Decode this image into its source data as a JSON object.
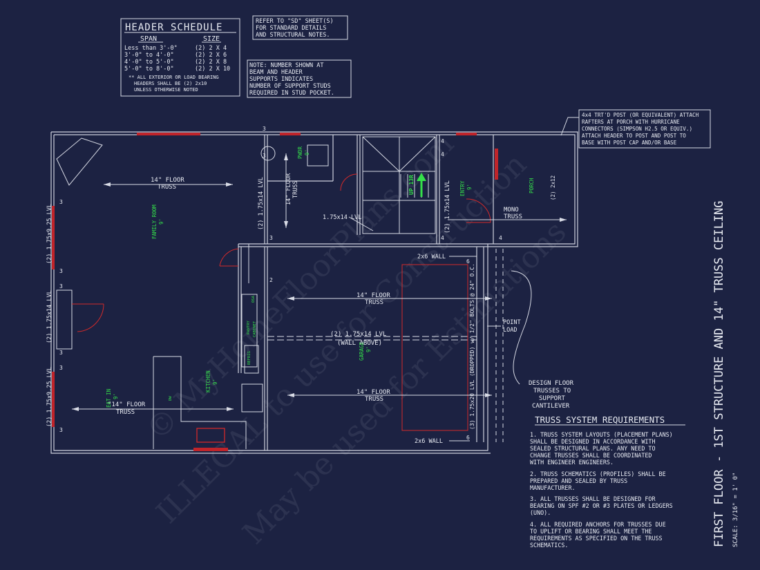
{
  "header_schedule": {
    "title": "HEADER SCHEDULE",
    "col_span": "SPAN",
    "col_size": "SIZE",
    "rows": [
      {
        "span": "Less than 3'-0\"",
        "size": "(2) 2 X 4"
      },
      {
        "span": "3'-0\" to 4'-0\"",
        "size": "(2) 2 X 6"
      },
      {
        "span": "4'-0\" to 5'-0\"",
        "size": "(2) 2 X 8"
      },
      {
        "span": "5'-0\" to 8'-0\"",
        "size": "(2) 2 X 10"
      }
    ],
    "note": [
      "** ALL EXTERIOR OR LOAD BEARING",
      "HEADERS SHALL BE (2) 2x10",
      "UNLESS OTHERWISE NOTED"
    ]
  },
  "refer_note": [
    "REFER TO \"SD\" SHEET(S)",
    "FOR STANDARD DETAILS",
    "AND STRUCTURAL NOTES."
  ],
  "studs_note": [
    "NOTE: NUMBER SHOWN AT",
    "BEAM AND HEADER",
    "SUPPORTS INDICATES",
    "NUMBER OF SUPPORT STUDS",
    "REQUIRED IN STUD POCKET."
  ],
  "post_note": [
    "4x4 TRT'D POST (OR EQUIVALENT) ATTACH",
    "RAFTERS AT PORCH WITH HURRICANE",
    "CONNECTORS (SIMPSON H2.5 OR EQUIV.)",
    "ATTACH HEADER TO POST AND POST TO",
    "BASE WITH POST CAP AND/OR BASE"
  ],
  "plan_labels": {
    "floor_truss": "14\" FLOOR",
    "truss": "TRUSS",
    "floor_truss_b": "\"14\" FLOOR",
    "family_room": "FAMILY ROOM",
    "family_room_h": "9'",
    "pwdr": "PWDR",
    "pwdr_h": "9'",
    "up": "UP 13R",
    "entry": "ENTRY",
    "entry_h": "9'",
    "porch": "PORCH",
    "porch_beam": "(2) 2x12",
    "mono_truss": "MONO",
    "garage": "GARAGE",
    "garage_h": "9'",
    "kitchen": "KITCHEN",
    "kitchen_h": "9'",
    "eat_in": "EAT IN",
    "eat_in_h": "9'",
    "pantry": "PANTRY",
    "cabinet": "CABINET",
    "refrig": "REFRIG",
    "dw": "DW",
    "osa": "OSA",
    "lvl_left_1": "(2) 1.75x9.25 LVL",
    "lvl_left_2": "(2) 1.75x14 LVL",
    "lvl_left_3": "(2) 1.75x9.25 LVL",
    "lvl_mid": "(2) 1.75x14 LVL",
    "lvl_small": "1.75x14 LVL",
    "lvl_entry": "(2) 1.75x14 LVL",
    "lvl_garage": "(2) 1.75x14 LVL",
    "wall_above": "(WALL ABOVE)",
    "lvl_dropped": "(3) 1.75x20 LVL (DROPPED) w/ 1/2\" BOLTS @ 24\" O.C.",
    "wall_2x6_top": "2x6 WALL",
    "wall_2x6_bot": "2x6 WALL",
    "point_load": [
      "POINT",
      "LOAD"
    ],
    "design_note": [
      "DESIGN FLOOR",
      "TRUSSES TO",
      "SUPPORT",
      "CANTILEVER"
    ],
    "studs": [
      "3",
      "3",
      "3",
      "3",
      "3",
      "3",
      "3",
      "3",
      "3",
      "2",
      "4",
      "4",
      "4",
      "4",
      "6",
      "6"
    ]
  },
  "requirements": {
    "title": "TRUSS SYSTEM REQUIREMENTS",
    "items": [
      [
        "1. TRUSS SYSTEM LAYOUTS (PLACEMENT PLANS)",
        "SHALL BE DESIGNED IN ACCORDANCE WITH",
        "SEALED STRUCTURAL PLANS. ANY NEED TO",
        "CHANGE TRUSSES SHALL BE COORDINATED",
        "WITH ENGINEER ENGINEERS."
      ],
      [
        "2. TRUSS SCHEMATICS (PROFILES) SHALL BE",
        "PREPARED AND SEALED BY TRUSS",
        "MANUFACTURER."
      ],
      [
        "3. ALL TRUSSES SHALL BE DESIGNED FOR",
        "BEARING ON SPF #2 OR #3 PLATES OR LEDGERS",
        "(UNO)."
      ],
      [
        "4. ALL REQUIRED ANCHORS FOR TRUSSES DUE",
        "TO UPLIFT OR BEARING SHALL MEET THE",
        "REQUIREMENTS AS SPECIFIED ON THE TRUSS",
        "SCHEMATICS."
      ]
    ]
  },
  "sheet_title": "FIRST FLOOR - 1ST STRUCTURE AND 14\" TRUSS CEILING",
  "scale": "SCALE: 3/16\" = 1' 0\"",
  "watermark": [
    "© MyHomeFloorPlans.com",
    "ILLEGAL to use for Construction",
    "May be used for Estimations"
  ],
  "colors": {
    "background": "#1c2242",
    "lines": "#d9dce6",
    "red": "#d22a2a",
    "green": "#35e04a"
  }
}
